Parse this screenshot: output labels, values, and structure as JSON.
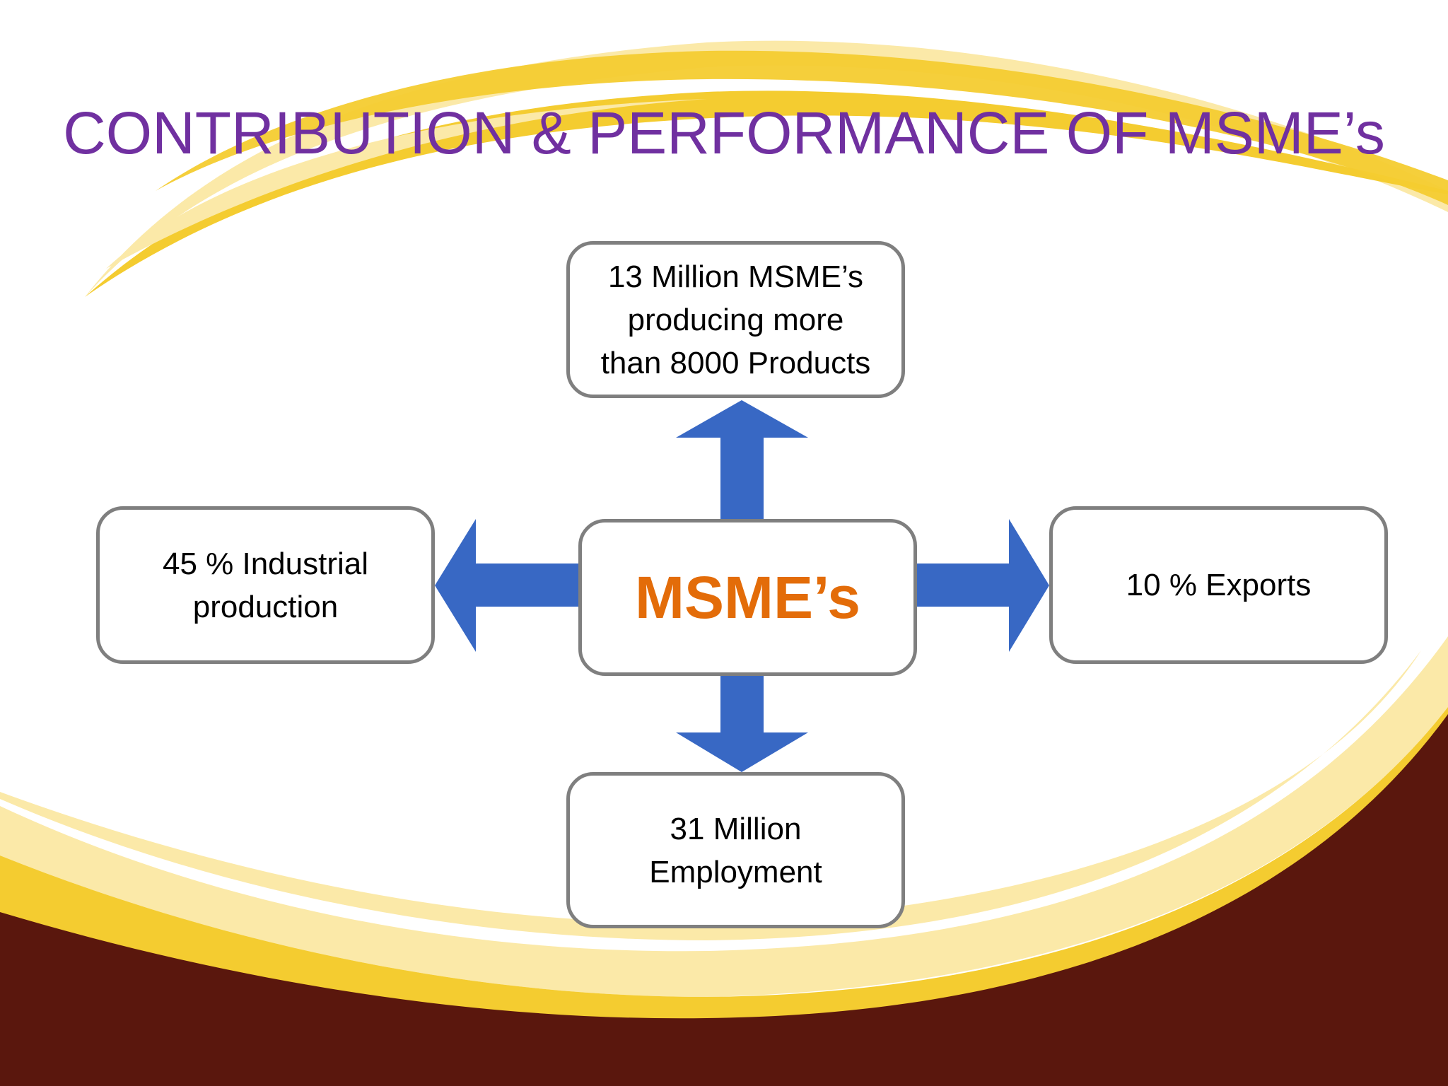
{
  "slide": {
    "title": "CONTRIBUTION & PERFORMANCE OF MSME’s",
    "colors": {
      "title": "#7030a0",
      "center_text": "#e36c09",
      "arrow": "#3868c4",
      "box_border": "#7f7f7f",
      "swoosh_dark_yellow": "#f4cc30",
      "swoosh_light_yellow": "#fbe9a8",
      "footer_brown": "#5a170d"
    }
  },
  "diagram": {
    "center": {
      "label": "MSME’s"
    },
    "nodes": {
      "top": {
        "label": "13 Million MSME’s\nproducing more\nthan 8000 Products"
      },
      "left": {
        "label": "45 % Industrial\nproduction"
      },
      "right": {
        "label": "10 % Exports"
      },
      "bottom": {
        "label": "31 Million\nEmployment"
      }
    }
  }
}
